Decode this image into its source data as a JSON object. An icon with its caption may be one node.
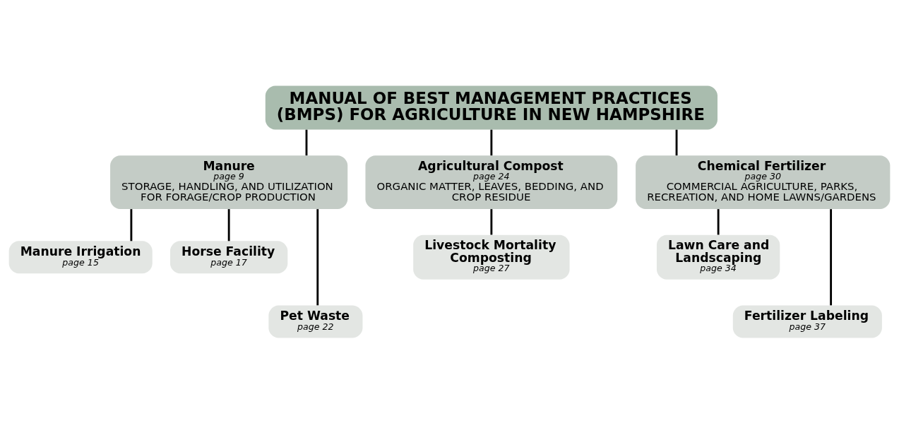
{
  "diagram": {
    "nodes": [
      {
        "text": [
          "MANUAL OF BEST MANAGEMENT PRACTICES (BMPS) FOR AGRICULTURE IN NEW HAMPSHIRE"
        ]
      },
      {
        "text": [
          "Manure",
          "page 9",
          "STORAGE, HANDLING, AND UTILIZATION FOR FORAGE/CROP PRODUCTION"
        ]
      },
      {
        "text": [
          "Agricultural Compost",
          "page 24",
          "ORGANIC MATTER, LEAVES, BEDDING, AND CROP RESIDUE"
        ]
      },
      {
        "text": [
          "Chemical Fertilizer",
          "page 30",
          "COMMERCIAL AGRICULTURE, PARKS, RECREATION, AND HOME LAWNS/GARDENS"
        ]
      },
      {
        "text": [
          "Manure Irrigation",
          "page 15"
        ]
      },
      {
        "text": [
          "Horse Facility",
          "page 17"
        ]
      },
      {
        "text": [
          "Pet Waste",
          "page 22"
        ]
      },
      {
        "text": [
          "Livestock Mortality Composting",
          "page 27"
        ]
      },
      {
        "text": [
          "Lawn Care and Landscaping",
          "page 34"
        ]
      },
      {
        "text": [
          "Fertilizer Labeling",
          "page 37"
        ]
      }
    ],
    "edges": [
      {
        "from": 0,
        "to": 1,
        "arrow": "none"
      },
      {
        "from": 0,
        "to": 2,
        "arrow": "none"
      },
      {
        "from": 0,
        "to": 3,
        "arrow": "none"
      },
      {
        "from": 1,
        "to": 4,
        "arrow": "none"
      },
      {
        "from": 1,
        "to": 6,
        "arrow": "none"
      },
      {
        "from": 1,
        "to": 5,
        "arrow": "none"
      },
      {
        "from": 2,
        "to": 7,
        "arrow": "none"
      },
      {
        "from": 3,
        "to": 8,
        "arrow": "none"
      },
      {
        "from": 3,
        "to": 9,
        "arrow": "none"
      }
    ]
  }
}
